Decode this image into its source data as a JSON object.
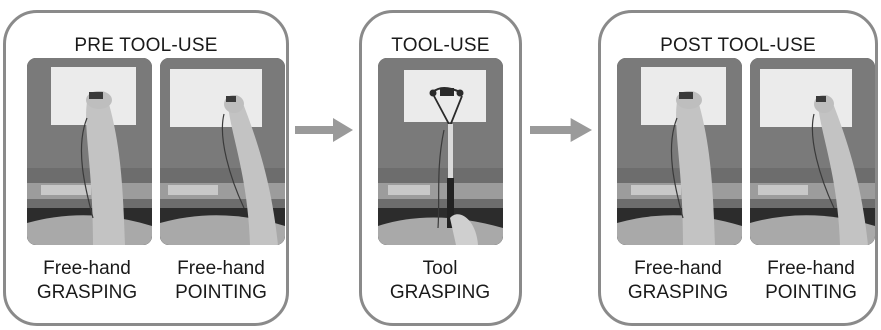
{
  "panels": {
    "pre": {
      "title": "PRE TOOL-USE",
      "captions": [
        {
          "line1": "Free-hand",
          "line2": "GRASPING"
        },
        {
          "line1": "Free-hand",
          "line2": "POINTING"
        }
      ]
    },
    "tool": {
      "title": "TOOL-USE",
      "captions": [
        {
          "line1": "Tool",
          "line2": "GRASPING"
        }
      ]
    },
    "post": {
      "title": "POST TOOL-USE",
      "captions": [
        {
          "line1": "Free-hand",
          "line2": "GRASPING"
        },
        {
          "line1": "Free-hand",
          "line2": "POINTING"
        }
      ]
    }
  },
  "icons": {
    "arrows": [
      "arrow-right-icon",
      "arrow-right-icon"
    ],
    "photos": [
      "photo-grasping",
      "photo-pointing",
      "photo-tool-grasping",
      "photo-grasping",
      "photo-pointing"
    ]
  },
  "colors": {
    "panel_border": "#8a8a8a",
    "arrow": "#9a9a9a",
    "photo_background": "#6e6e6e"
  }
}
